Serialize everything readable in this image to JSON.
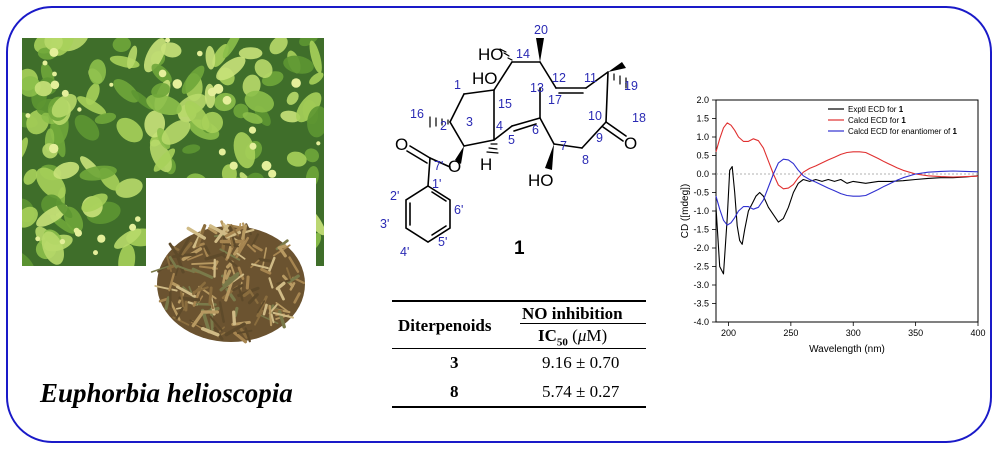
{
  "species": "Euphorbia helioscopia",
  "compound_label": "1",
  "molecule": {
    "carbon_numbers": [
      "1",
      "2",
      "3",
      "4",
      "5",
      "6",
      "7",
      "8",
      "9",
      "10",
      "11",
      "12",
      "13",
      "14",
      "15",
      "16",
      "17",
      "18",
      "19",
      "20",
      "1'",
      "2'",
      "3'",
      "4'",
      "5'",
      "6'",
      "7'"
    ],
    "atom_labels": {
      "ho14": "HO",
      "ho15": "HO",
      "h4": "H",
      "ho7": "HO",
      "o9": "O",
      "o3": "O",
      "o7p": "O"
    }
  },
  "table": {
    "col1_header": "Diterpenoids",
    "col2_header_top": "NO inhibition",
    "col2_header_ic": "IC",
    "col2_header_sub": "50",
    "col2_header_unit_open": " (",
    "col2_header_mu": "μ",
    "col2_header_unit_close": "M)",
    "rows": [
      {
        "compound": "3",
        "value": "9.16 ± 0.70"
      },
      {
        "compound": "8",
        "value": "5.74 ± 0.27"
      }
    ]
  },
  "chart_data": {
    "type": "line",
    "title": "",
    "xlabel": "Wavelength (nm)",
    "ylabel": "CD ([mdeg])",
    "xlim": [
      190,
      400
    ],
    "ylim": [
      -4.0,
      2.0
    ],
    "xticks": [
      200,
      250,
      300,
      350,
      400
    ],
    "yticks": [
      -4.0,
      -3.5,
      -3.0,
      -2.5,
      -2.0,
      -1.5,
      -1.0,
      -0.5,
      0.0,
      0.5,
      1.0,
      1.5,
      2.0
    ],
    "ytick_labels": [
      "-4.0",
      "-3.5",
      "-3.0",
      "-2.5",
      "-2.0",
      "-1.5",
      "-1.0",
      "-0.5",
      "0.0",
      "0.5",
      "1.0",
      "1.5",
      "2.0"
    ],
    "zero_line": true,
    "legend_position": "top-right",
    "series": [
      {
        "name": "Exptl ECD for ",
        "name_bold": "1",
        "color": "#000000",
        "x": [
          190,
          193,
          196,
          199,
          201,
          203,
          205,
          207,
          209,
          211,
          213,
          216,
          219,
          222,
          225,
          228,
          232,
          236,
          240,
          244,
          248,
          252,
          256,
          260,
          265,
          270,
          275,
          280,
          285,
          290,
          295,
          300,
          310,
          320,
          330,
          340,
          350,
          360,
          370,
          380,
          390,
          400
        ],
        "y": [
          -0.9,
          -2.5,
          -2.7,
          -1.2,
          0.1,
          0.2,
          -0.5,
          -1.4,
          -1.8,
          -1.9,
          -1.5,
          -1.0,
          -0.8,
          -0.6,
          -0.5,
          -0.6,
          -0.9,
          -1.1,
          -1.3,
          -1.2,
          -0.9,
          -0.5,
          -0.25,
          -0.15,
          -0.2,
          -0.15,
          -0.2,
          -0.15,
          -0.2,
          -0.15,
          -0.25,
          -0.2,
          -0.25,
          -0.2,
          -0.2,
          -0.18,
          -0.15,
          -0.12,
          -0.1,
          -0.1,
          -0.08,
          -0.05
        ]
      },
      {
        "name": "Calcd ECD for ",
        "name_bold": "1",
        "color": "#e03030",
        "x": [
          190,
          193,
          196,
          199,
          202,
          205,
          208,
          212,
          216,
          220,
          224,
          228,
          232,
          236,
          240,
          244,
          248,
          252,
          256,
          260,
          265,
          270,
          275,
          280,
          285,
          290,
          295,
          300,
          305,
          310,
          315,
          320,
          325,
          330,
          335,
          340,
          350,
          360,
          370,
          380,
          390,
          400
        ],
        "y": [
          0.6,
          0.95,
          1.25,
          1.38,
          1.32,
          1.18,
          1.0,
          0.88,
          0.88,
          0.95,
          0.9,
          0.7,
          0.35,
          0.0,
          -0.3,
          -0.4,
          -0.38,
          -0.28,
          -0.1,
          0.05,
          0.15,
          0.22,
          0.3,
          0.38,
          0.45,
          0.53,
          0.58,
          0.6,
          0.6,
          0.58,
          0.5,
          0.42,
          0.33,
          0.25,
          0.17,
          0.1,
          0.0,
          -0.05,
          -0.07,
          -0.08,
          -0.07,
          -0.06
        ]
      },
      {
        "name": "Calcd ECD for enantiomer of ",
        "name_bold": "1",
        "color": "#3030d0",
        "x": [
          190,
          193,
          196,
          199,
          202,
          205,
          208,
          212,
          216,
          220,
          224,
          228,
          232,
          236,
          240,
          244,
          248,
          252,
          256,
          260,
          265,
          270,
          275,
          280,
          285,
          290,
          295,
          300,
          305,
          310,
          315,
          320,
          325,
          330,
          335,
          340,
          350,
          360,
          370,
          380,
          390,
          400
        ],
        "y": [
          -0.6,
          -0.95,
          -1.25,
          -1.38,
          -1.32,
          -1.18,
          -1.0,
          -0.88,
          -0.88,
          -0.95,
          -0.9,
          -0.7,
          -0.35,
          0.0,
          0.3,
          0.4,
          0.38,
          0.28,
          0.1,
          -0.05,
          -0.15,
          -0.22,
          -0.3,
          -0.38,
          -0.45,
          -0.53,
          -0.58,
          -0.6,
          -0.6,
          -0.58,
          -0.5,
          -0.42,
          -0.33,
          -0.25,
          -0.17,
          -0.1,
          0.0,
          0.05,
          0.07,
          0.08,
          0.07,
          0.06
        ]
      }
    ]
  }
}
